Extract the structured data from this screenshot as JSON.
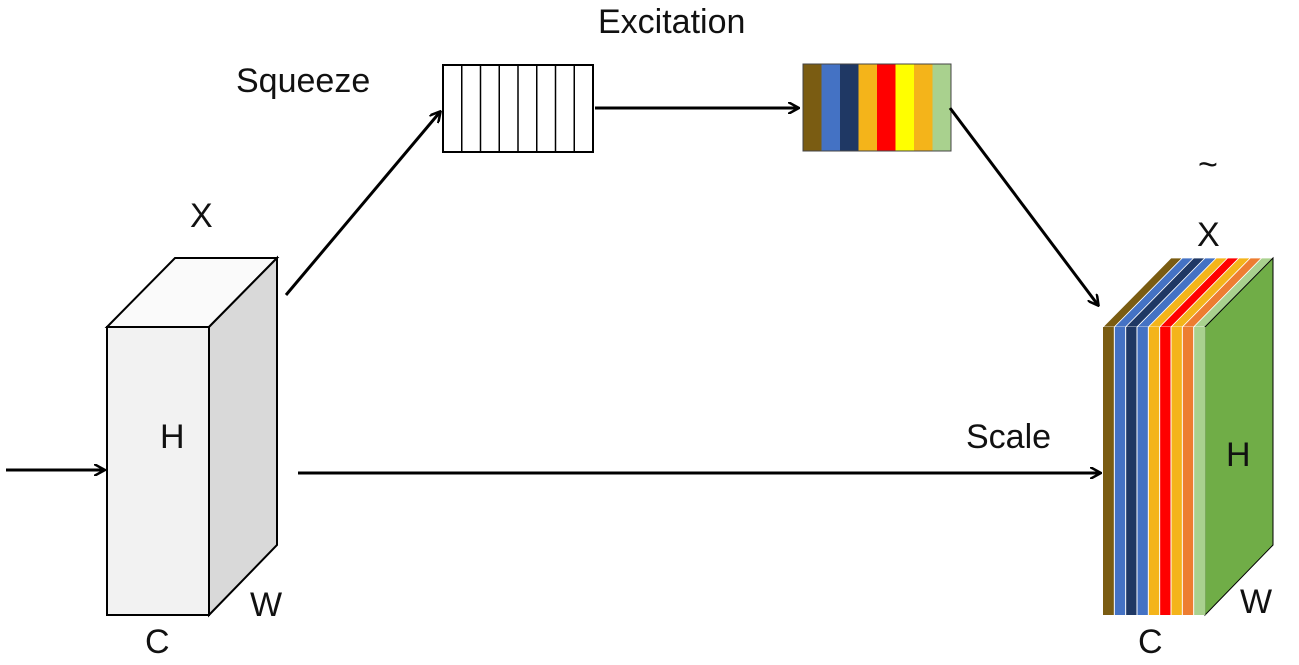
{
  "labels": {
    "squeeze": "Squeeze",
    "excitation": "Excitation",
    "scale": "Scale",
    "input_x": "X",
    "input_h": "H",
    "input_w": "W",
    "input_c": "C",
    "output_tilde": "~",
    "output_x": "X",
    "output_h": "H",
    "output_w": "W",
    "output_c": "C"
  },
  "colors": {
    "channel_palette": [
      "#7a5c12",
      "#4472c4",
      "#1f3864",
      "#f4b41a",
      "#ff0000",
      "#ffff00",
      "#f4b41a",
      "#a9d18e"
    ],
    "output_front_strips": [
      "#7a5c12",
      "#4472c4",
      "#1f3864",
      "#4472c4",
      "#f4b41a",
      "#ff0000",
      "#f4b41a",
      "#ed7d31",
      "#a9d18e"
    ],
    "output_side_face": "#70ad47",
    "input_front_face": "#f2f2f2",
    "input_side_face": "#d9d9d9",
    "line": "#000000"
  }
}
